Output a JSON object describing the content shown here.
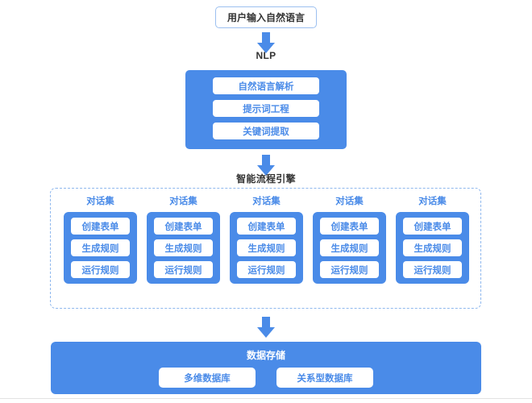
{
  "diagram": {
    "input": {
      "label": "用户输入自然语言"
    },
    "arrow_1": {
      "icon": "down-arrow-icon"
    },
    "nlp": {
      "stage_label": "NLP",
      "items": [
        {
          "label": "自然语言解析"
        },
        {
          "label": "提示词工程"
        },
        {
          "label": "关键词提取"
        }
      ]
    },
    "arrow_2": {
      "icon": "down-arrow-icon"
    },
    "engine": {
      "stage_label": "智能流程引擎",
      "columns": [
        {
          "title": "对话集",
          "items": [
            "创建表单",
            "生成规则",
            "运行规则"
          ]
        },
        {
          "title": "对话集",
          "items": [
            "创建表单",
            "生成规则",
            "运行规则"
          ]
        },
        {
          "title": "对话集",
          "items": [
            "创建表单",
            "生成规则",
            "运行规则"
          ]
        },
        {
          "title": "对话集",
          "items": [
            "创建表单",
            "生成规则",
            "运行规则"
          ]
        },
        {
          "title": "对话集",
          "items": [
            "创建表单",
            "生成规则",
            "运行规则"
          ]
        }
      ]
    },
    "arrow_3": {
      "icon": "down-arrow-icon"
    },
    "storage": {
      "title": "数据存储",
      "items": [
        {
          "label": "多维数据库"
        },
        {
          "label": "关系型数据库"
        }
      ]
    }
  },
  "colors": {
    "primary_blue": "#4A8BE8",
    "border_blue": "#9CC0F0",
    "dashed_blue": "#8FB8EE",
    "text_dark": "#333333",
    "white": "#FFFFFF"
  }
}
